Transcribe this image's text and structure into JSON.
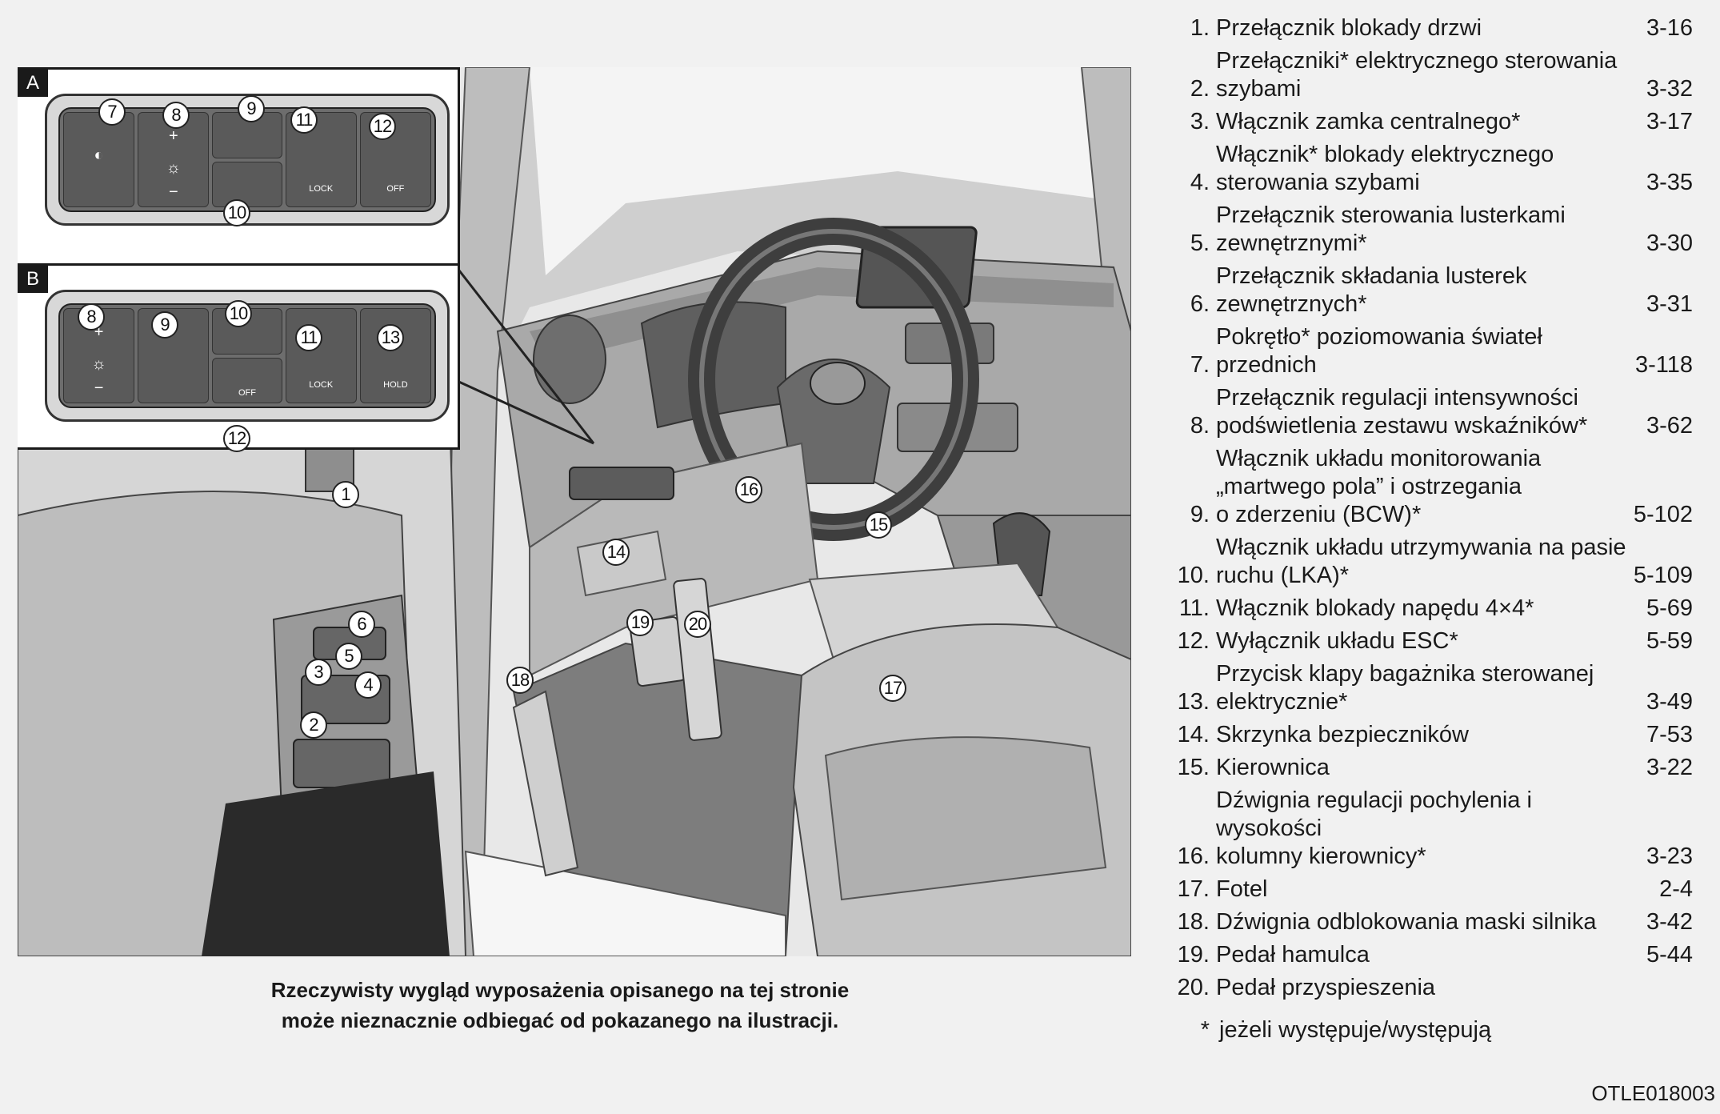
{
  "figure": {
    "panel_a_tag": "A",
    "panel_b_tag": "B",
    "panel_a_switches": [
      {
        "text": ""
      },
      {
        "text": ""
      },
      {
        "text": ""
      },
      {
        "text": "LOCK"
      },
      {
        "text": "OFF"
      }
    ],
    "panel_b_switches": [
      {
        "text": ""
      },
      {
        "text": ""
      },
      {
        "text": "OFF"
      },
      {
        "text": "LOCK"
      },
      {
        "text": "HOLD"
      }
    ],
    "panel_a_callouts": [
      "7",
      "8",
      "9",
      "10",
      "11",
      "12"
    ],
    "panel_b_callouts": [
      "8",
      "9",
      "10",
      "12",
      "11",
      "13"
    ],
    "main_callouts": [
      "1",
      "2",
      "3",
      "4",
      "5",
      "6",
      "14",
      "15",
      "16",
      "17",
      "18",
      "19",
      "20"
    ]
  },
  "caption": {
    "line1": "Rzeczywisty wygląd wyposażenia opisanego na tej stronie",
    "line2": "może nieznacznie odbiegać od pokazanego na ilustracji."
  },
  "legend": [
    {
      "num": "1.",
      "lines": [
        "Przełącznik blokady drzwi"
      ],
      "page": "3-16"
    },
    {
      "num": "2.",
      "lines": [
        "Przełączniki* elektrycznego sterowania",
        "szybami"
      ],
      "page": "3-32"
    },
    {
      "num": "3.",
      "lines": [
        "Włącznik zamka centralnego*"
      ],
      "page": "3-17"
    },
    {
      "num": "4.",
      "lines": [
        "Włącznik* blokady elektrycznego",
        "sterowania szybami"
      ],
      "page": "3-35"
    },
    {
      "num": "5.",
      "lines": [
        "Przełącznik sterowania lusterkami",
        "zewnętrznymi*"
      ],
      "page": "3-30"
    },
    {
      "num": "6.",
      "lines": [
        "Przełącznik składania lusterek",
        "zewnętrznych*"
      ],
      "page": "3-31"
    },
    {
      "num": "7.",
      "lines": [
        "Pokrętło* poziomowania świateł",
        "przednich"
      ],
      "page": "3-118"
    },
    {
      "num": "8.",
      "lines": [
        "Przełącznik regulacji intensywności",
        "podświetlenia zestawu wskaźników*"
      ],
      "page": "3-62"
    },
    {
      "num": "9.",
      "lines": [
        "Włącznik układu monitorowania",
        "„martwego pola” i ostrzegania",
        "o zderzeniu (BCW)*"
      ],
      "page": "5-102"
    },
    {
      "num": "10.",
      "lines": [
        "Włącznik układu utrzymywania na pasie",
        "ruchu (LKA)*"
      ],
      "page": "5-109"
    },
    {
      "num": "11.",
      "lines": [
        "Włącznik blokady napędu 4×4*"
      ],
      "page": "5-69"
    },
    {
      "num": "12.",
      "lines": [
        "Wyłącznik układu ESC*"
      ],
      "page": "5-59"
    },
    {
      "num": "13.",
      "lines": [
        "Przycisk klapy bagażnika sterowanej",
        "elektrycznie*"
      ],
      "page": "3-49"
    },
    {
      "num": "14.",
      "lines": [
        "Skrzynka bezpieczników"
      ],
      "page": "7-53"
    },
    {
      "num": "15.",
      "lines": [
        "Kierownica"
      ],
      "page": "3-22"
    },
    {
      "num": "16.",
      "lines": [
        "Dźwignia regulacji pochylenia i wysokości",
        "kolumny kierownicy*"
      ],
      "page": "3-23"
    },
    {
      "num": "17.",
      "lines": [
        "Fotel"
      ],
      "page": "2-4"
    },
    {
      "num": "18.",
      "lines": [
        "Dźwignia odblokowania maski silnika"
      ],
      "page": "3-42"
    },
    {
      "num": "19.",
      "lines": [
        "Pedał hamulca"
      ],
      "page": "5-44"
    },
    {
      "num": "20.",
      "lines": [
        "Pedał przyspieszenia"
      ],
      "page": ""
    }
  ],
  "footnote": {
    "mark": "*",
    "text": "jeżeli występuje/występują"
  },
  "image_code": "OTLE018003"
}
